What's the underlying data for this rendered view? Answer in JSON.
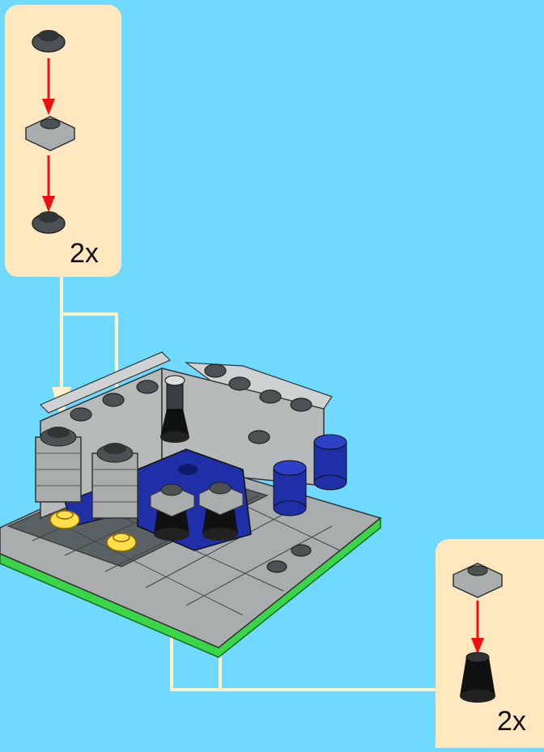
{
  "callouts": [
    {
      "quantity": "2x",
      "parts": [
        "dark-gray-round-plate",
        "light-gray-plate-1x1",
        "dark-gray-round-plate"
      ]
    },
    {
      "quantity": "2x",
      "parts": [
        "light-gray-plate-1x1",
        "black-cone"
      ]
    }
  ],
  "colors": {
    "background": "#6fd9ff",
    "callout": "#ffe8bf",
    "arrow_red": "#ee1111",
    "guide_line": "#fff1c8",
    "light_gray": "#a9adae",
    "dark_gray": "#4c5254",
    "blue": "#1f2fa8",
    "black": "#111111",
    "green": "#39d64a",
    "yellow": "#ffe04a"
  }
}
